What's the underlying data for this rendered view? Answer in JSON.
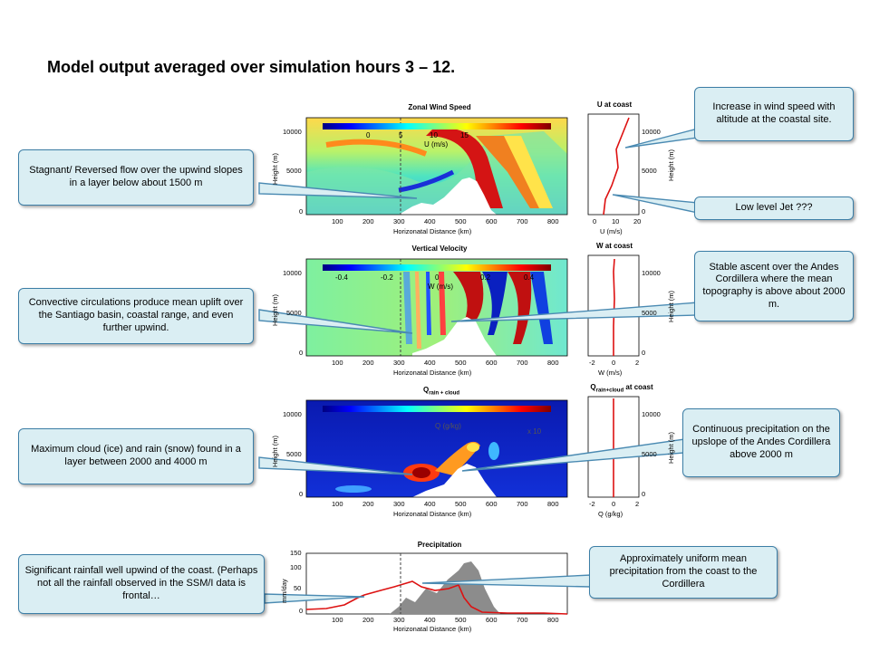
{
  "slide": {
    "title": "Model output averaged over simulation hours 3 – 12."
  },
  "panels": {
    "zonal": {
      "title": "Zonal Wind Speed",
      "ylabel": "Height (m)",
      "xlabel": "Horizonatal Distance (km)",
      "cbar_ticks": [
        "0",
        "5",
        "10",
        "15"
      ],
      "cbar_label": "U (m/s)"
    },
    "vertical": {
      "title": "Vertical Velocity",
      "ylabel": "Height (m)",
      "xlabel": "Horizonatal Distance (km)",
      "cbar_ticks": [
        "-0.4",
        "-0.2",
        "0",
        "0.2",
        "0.4"
      ],
      "cbar_label": "W (m/s)"
    },
    "qrain": {
      "title_main": "Q",
      "title_sub": "rain + cloud",
      "ylabel": "Height (m)",
      "xlabel": "Horizonatal Distance (km)",
      "cbar_label": "Q (g/kg)",
      "cbar_scale": "x 10"
    },
    "precip": {
      "title": "Precipitation",
      "ylabel": "mm/day",
      "xlabel": "Horizonatal Distance (km)"
    },
    "u_coast": {
      "title": "U at coast",
      "ylabel": "Height (m)",
      "xlabel": "U (m/s)"
    },
    "w_coast": {
      "title": "W at coast",
      "ylabel": "Height (m)",
      "xlabel": "W (m/s)"
    },
    "q_coast": {
      "title_main": "Q",
      "title_sub": "rain+cloud",
      "title_rest": "at coast",
      "ylabel": "Height (m)",
      "xlabel": "Q (g/kg)"
    }
  },
  "ticks": {
    "x_main": [
      "100",
      "200",
      "300",
      "400",
      "500",
      "600",
      "700",
      "800"
    ],
    "y_main": [
      "0",
      "5000",
      "10000"
    ],
    "y_precip": [
      "0",
      "50",
      "100",
      "150"
    ],
    "x_u": [
      "0",
      "10",
      "20"
    ],
    "x_w": [
      "-2",
      "0",
      "2"
    ],
    "x_q": [
      "-2",
      "0",
      "2"
    ]
  },
  "callouts": {
    "stagnant": "Stagnant/ Reversed flow over the upwind slopes in a layer below about 1500 m",
    "convective": "Convective circulations produce mean uplift over the Santiago basin, coastal range, and even further upwind.",
    "maxcloud": "Maximum cloud (ice) and rain (snow) found in a layer between 2000 and 4000 m",
    "rainfall": "Significant rainfall well upwind of the coast. (Perhaps not all the rainfall observed in the SSM/I data is frontal…",
    "increase": "Increase in wind speed with altitude at the coastal site.",
    "lowjet": "Low level Jet ???",
    "stable": "Stable ascent over the Andes Cordillera where the mean topography is above about 2000 m.",
    "continuous": "Continuous precipitation on the upslope of the Andes Cordillera above 2000 m",
    "uniform": "Approximately uniform mean precipitation from the coast to the Cordillera"
  },
  "colors": {
    "callout_fill": "#daeef3",
    "callout_border": "#3c7ea6",
    "profile_line": "#dd1111",
    "terrain_fill": "#8c8c8c"
  }
}
